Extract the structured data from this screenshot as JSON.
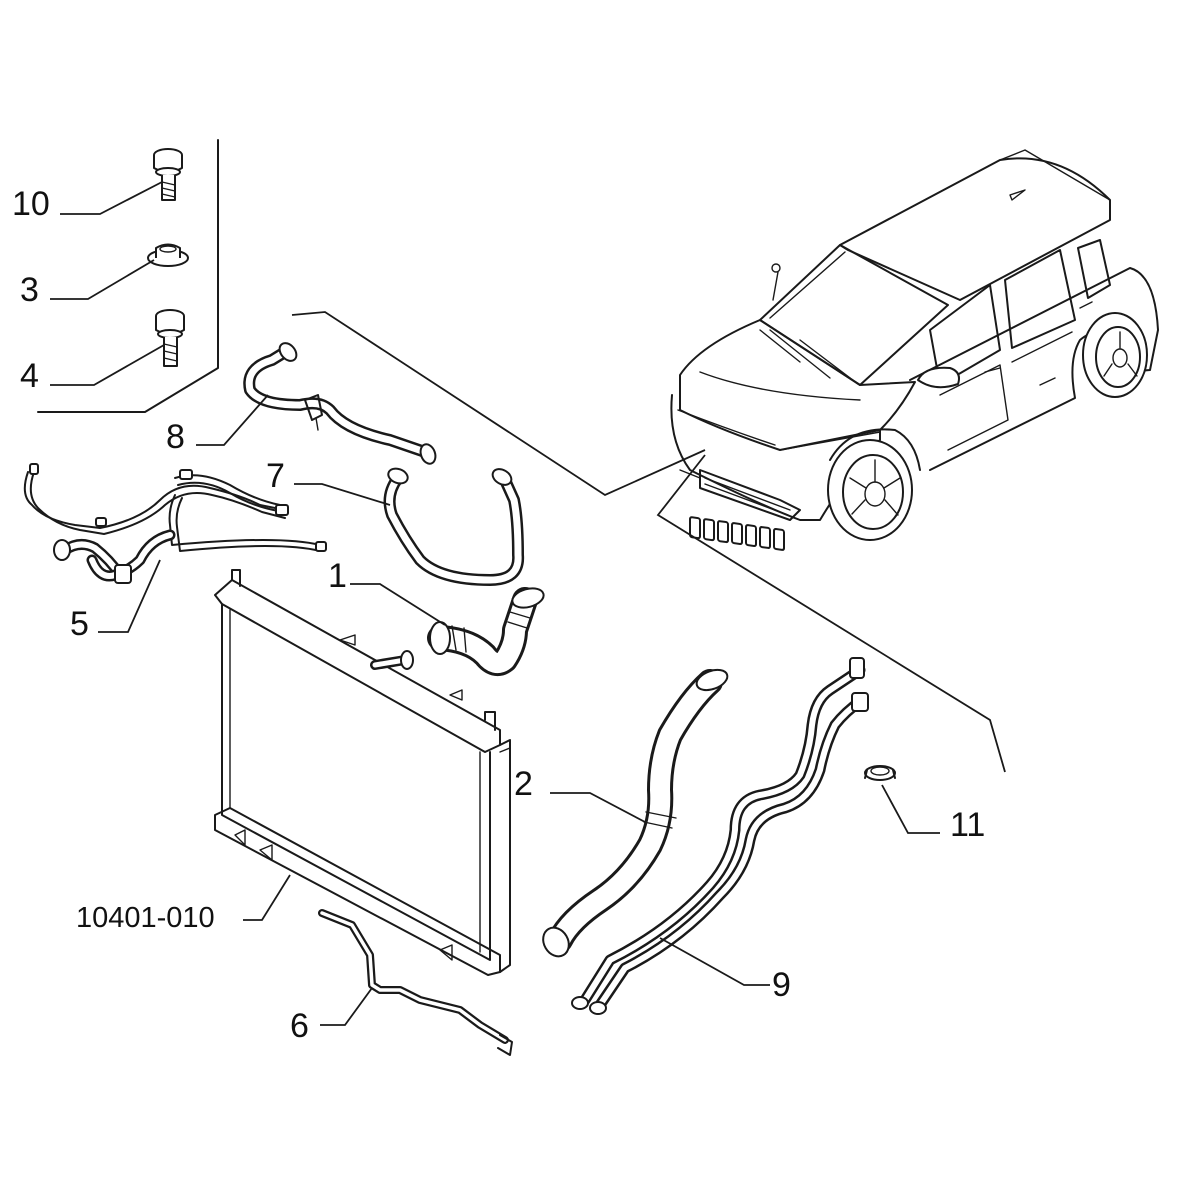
{
  "labels": {
    "p10": "10",
    "p3": "3",
    "p4": "4",
    "p8": "8",
    "p7": "7",
    "p5": "5",
    "p1": "1",
    "p2": "2",
    "p11": "11",
    "p9": "9",
    "p6": "6",
    "radiator": "10401-010"
  }
}
